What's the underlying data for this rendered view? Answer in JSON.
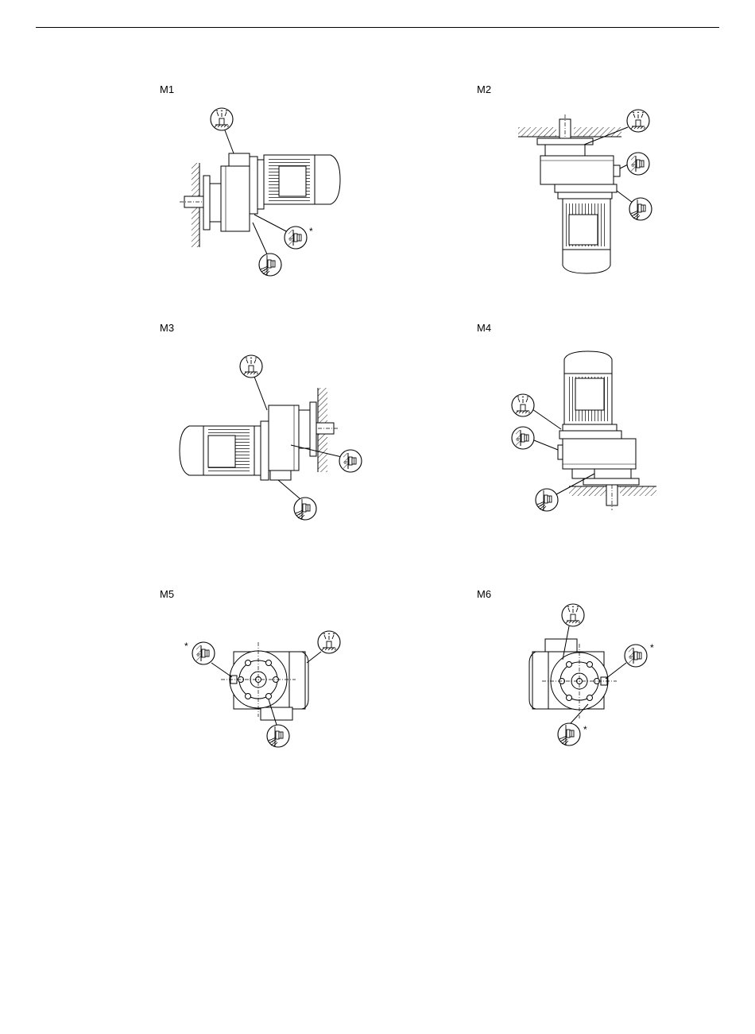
{
  "positions": [
    {
      "id": "M1",
      "label": "M1",
      "stars": [
        "*"
      ]
    },
    {
      "id": "M2",
      "label": "M2",
      "stars": []
    },
    {
      "id": "M3",
      "label": "M3",
      "stars": []
    },
    {
      "id": "M4",
      "label": "M4",
      "stars": []
    },
    {
      "id": "M5",
      "label": "M5",
      "stars": [
        "*"
      ]
    },
    {
      "id": "M6",
      "label": "M6",
      "stars": [
        "*",
        "*"
      ]
    }
  ],
  "icons": {
    "breather": "breather-valve-icon",
    "level": "oil-level-plug-icon",
    "drain": "oil-drain-plug-icon"
  }
}
